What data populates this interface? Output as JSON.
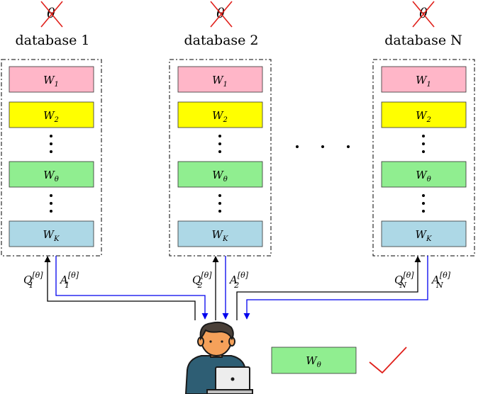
{
  "colors": {
    "w1": "#FFB6C8",
    "w2": "#FFFF00",
    "w_theta": "#90EE90",
    "w_k": "#ADD8E6",
    "query_arrow": "#000000",
    "answer_arrow": "#0000EE",
    "cross": "#E0201B",
    "check": "#E0201B"
  },
  "databases": [
    {
      "title": "database 1",
      "theta_mark": "θ",
      "query": {
        "main": "Q",
        "sub": "1",
        "sup": "[θ]"
      },
      "answer": {
        "main": "A",
        "sub": "1",
        "sup": "[θ]"
      }
    },
    {
      "title": "database 2",
      "theta_mark": "θ",
      "query": {
        "main": "Q",
        "sub": "2",
        "sup": "[θ]"
      },
      "answer": {
        "main": "A",
        "sub": "2",
        "sup": "[θ]"
      }
    },
    {
      "title": "database N",
      "theta_mark": "θ",
      "query": {
        "main": "Q",
        "sub": "N",
        "sup": "[θ]"
      },
      "answer": {
        "main": "A",
        "sub": "N",
        "sup": "[θ]"
      }
    }
  ],
  "messages": [
    {
      "main": "W",
      "sub": "1"
    },
    {
      "main": "W",
      "sub": "2"
    },
    {
      "main": "W",
      "sub": "θ"
    },
    {
      "main": "W",
      "sub": "K"
    }
  ],
  "result": {
    "main": "W",
    "sub": "θ"
  },
  "icons": {
    "cross": "cross-mark-icon",
    "user": "user-with-laptop-icon",
    "check": "check-mark-icon",
    "ellipsis": "horizontal-ellipsis-icon"
  }
}
